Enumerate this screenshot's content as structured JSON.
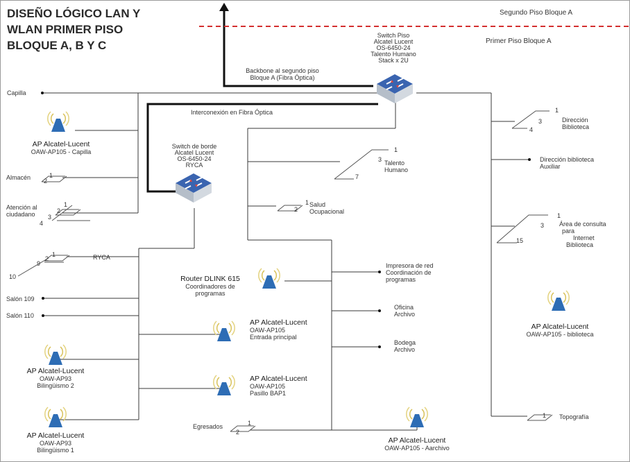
{
  "title": "DISEÑO LÓGICO LAN Y\nWLAN PRIMER PISO\nBLOQUE A, B  Y C",
  "floor_upper": "Segundo Piso Bloque A",
  "floor_lower": "Primer Piso Bloque A",
  "backbone": {
    "line1": "Backbone al segundo piso",
    "line2": "Bloque A (Fibra Óptica)"
  },
  "fiber_label": "Interconexión en Fibra Óptica",
  "core_switch": {
    "l1": "Switch Piso",
    "l2": "Alcatel Lucent",
    "l3": "OS-6450-24",
    "l4": "Talento Humano",
    "l5": "Stack x 2U"
  },
  "edge_switch": {
    "l1": "Switch de borde",
    "l2": "Alcatel Lucent",
    "l3": "OS-6450-24",
    "l4": "RYCA"
  },
  "router": {
    "name": "Router DLINK 615",
    "l2": "Coordinadores de",
    "l3": "programas"
  },
  "aps": {
    "capilla": {
      "name": "AP Alcatel-Lucent",
      "model": "OAW-AP105 - Capilla"
    },
    "entrada": {
      "name": "AP Alcatel-Lucent",
      "l2": "OAW-AP105",
      "l3": "Entrada principal"
    },
    "pasillo": {
      "name": "AP Alcatel-Lucent",
      "l2": "OAW-AP105",
      "l3": "Pasillo BAP1"
    },
    "bil2": {
      "name": "AP Alcatel-Lucent",
      "l2": "OAW-AP93",
      "l3": "Bilingüismo 2"
    },
    "bil1": {
      "name": "AP Alcatel-Lucent",
      "l2": "OAW-AP93",
      "l3": "Bilingüismo 1"
    },
    "biblioteca": {
      "name": "AP Alcatel-Lucent",
      "model": "OAW-AP105 - biblioteca"
    },
    "archivo": {
      "name": "AP Alcatel-Lucent",
      "model": "OAW-AP105 - Aarchivo"
    }
  },
  "left": {
    "capilla": "Capilla",
    "almacen": "Almacén",
    "atencion1": "Atención al",
    "atencion2": "ciudadano",
    "ryca": "RYCA",
    "salon109": "Salón 109",
    "salon110": "Salón 110"
  },
  "center": {
    "talento1": "Talento",
    "talento2": "Humano",
    "salud1": "Salud",
    "salud2": "Ocupacional",
    "impresora1": "Impresora de red",
    "impresora2": "Coordinación de",
    "impresora3": "programas",
    "oficina1": "Oficina",
    "oficina2": "Archivo",
    "bodega1": "Bodega",
    "bodega2": "Archivo",
    "egresados": "Egresados"
  },
  "right": {
    "dir1": "Dirección",
    "dir2": "Biblioteca",
    "aux1": "Dirección biblioteca",
    "aux2": "Auxiliar",
    "area1": "Área de consulta",
    "area2": "para",
    "area3": "Internet",
    "area4": "Biblioteca",
    "topo": "Topografía"
  },
  "ports": {
    "almacen": [
      "1",
      "2"
    ],
    "atencion": [
      "1",
      "2",
      "3",
      "4"
    ],
    "ryca": [
      "1",
      "2",
      "9",
      "10"
    ],
    "talento": [
      "1",
      "3",
      "7"
    ],
    "salud": [
      "1",
      "2"
    ],
    "egresados": [
      "1",
      "2"
    ],
    "dir": [
      "1",
      "3",
      "4"
    ],
    "area": [
      "1",
      "3",
      "15"
    ],
    "topo": [
      "1"
    ]
  },
  "colors": {
    "line": "#3a3a3a",
    "backbone": "#111111",
    "floor_divider": "#d32f2f",
    "ap_icon": "#2e6db5",
    "switch_body": "#c9d1da",
    "switch_top": "#2f5aa8"
  }
}
